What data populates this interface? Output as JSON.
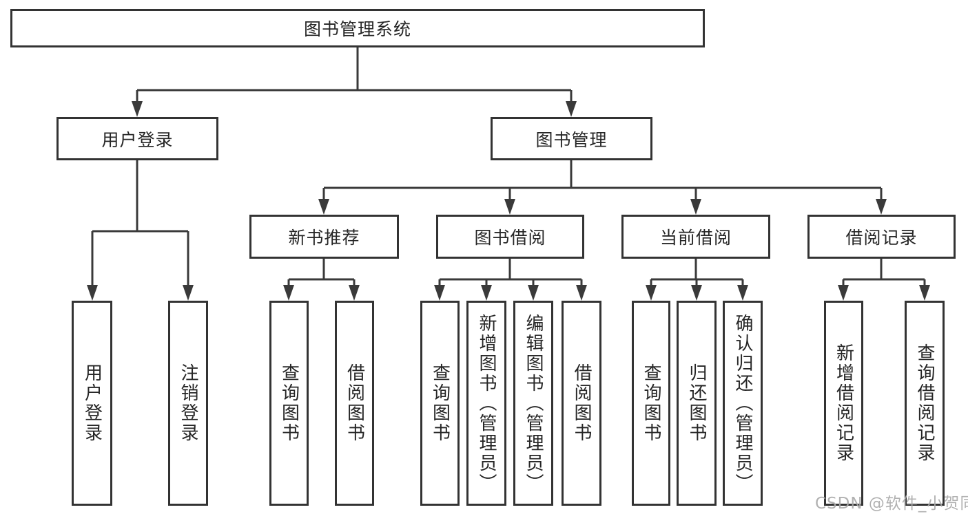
{
  "watermark": "CSDN @软件_小贺同学",
  "colors": {
    "line": "#3a3a3a",
    "box_border": "#333333",
    "box_fill": "#ffffff",
    "text": "#262626",
    "watermark": "#ababab"
  },
  "tree": {
    "label": "图书管理系统",
    "children": [
      {
        "label": "用户登录",
        "children": [
          {
            "label": "用户登录"
          },
          {
            "label": "注销登录"
          }
        ]
      },
      {
        "label": "图书管理",
        "children": [
          {
            "label": "新书推荐",
            "children": [
              {
                "label": "查询图书"
              },
              {
                "label": "借阅图书"
              }
            ]
          },
          {
            "label": "图书借阅",
            "children": [
              {
                "label": "查询图书"
              },
              {
                "label": "新增图书（管理员）"
              },
              {
                "label": "编辑图书（管理员）"
              },
              {
                "label": "借阅图书"
              }
            ]
          },
          {
            "label": "当前借阅",
            "children": [
              {
                "label": "查询图书"
              },
              {
                "label": "归还图书"
              },
              {
                "label": "确认归还（管理员）"
              }
            ]
          },
          {
            "label": "借阅记录",
            "children": [
              {
                "label": "新增借阅记录"
              },
              {
                "label": "查询借阅记录"
              }
            ]
          }
        ]
      }
    ]
  }
}
